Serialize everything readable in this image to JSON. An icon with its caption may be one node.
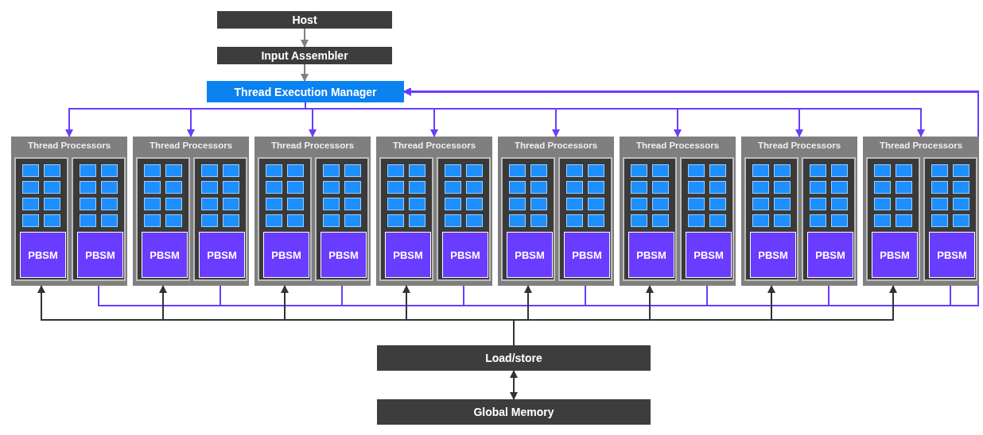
{
  "diagram": {
    "nodes": [
      {
        "text": [
          "Host"
        ]
      },
      {
        "text": [
          "Input Assembler"
        ]
      },
      {
        "text": [
          "Thread Execution Manager"
        ]
      },
      {
        "text": [
          "Thread Processors"
        ]
      },
      {
        "text": [],
        "shape": "box",
        "in": 3
      },
      {
        "text": [
          "PBSM"
        ],
        "in": 4
      },
      {
        "text": [],
        "shape": "box",
        "in": 3
      },
      {
        "text": [
          "PBSM"
        ],
        "in": 6
      },
      {
        "text": [
          "Thread Processors"
        ]
      },
      {
        "text": [],
        "shape": "box",
        "in": 8
      },
      {
        "text": [
          "PBSM"
        ],
        "in": 9
      },
      {
        "text": [],
        "shape": "box",
        "in": 8
      },
      {
        "text": [
          "PBSM"
        ],
        "in": 11
      },
      {
        "text": [
          "Thread Processors"
        ]
      },
      {
        "text": [],
        "shape": "box",
        "in": 13
      },
      {
        "text": [
          "PBSM"
        ],
        "in": 14
      },
      {
        "text": [],
        "shape": "box",
        "in": 13
      },
      {
        "text": [
          "PBSM"
        ],
        "in": 16
      },
      {
        "text": [
          "Thread Processors"
        ]
      },
      {
        "text": [],
        "shape": "box",
        "in": 18
      },
      {
        "text": [
          "PBSM"
        ],
        "in": 19
      },
      {
        "text": [],
        "shape": "box",
        "in": 18
      },
      {
        "text": [
          "PBSM"
        ],
        "in": 21
      },
      {
        "text": [
          "Thread Processors"
        ]
      },
      {
        "text": [],
        "shape": "box",
        "in": 23
      },
      {
        "text": [
          "PBSM"
        ],
        "in": 24
      },
      {
        "text": [],
        "shape": "box",
        "in": 23
      },
      {
        "text": [
          "PBSM"
        ],
        "in": 26
      },
      {
        "text": [
          "Thread Processors"
        ]
      },
      {
        "text": [],
        "shape": "box",
        "in": 28
      },
      {
        "text": [
          "PBSM"
        ],
        "in": 29
      },
      {
        "text": [],
        "shape": "box",
        "in": 28
      },
      {
        "text": [
          "PBSM"
        ],
        "in": 31
      },
      {
        "text": [
          "Thread Processors"
        ]
      },
      {
        "text": [],
        "shape": "box",
        "in": 33
      },
      {
        "text": [
          "PBSM"
        ],
        "in": 34
      },
      {
        "text": [],
        "shape": "box",
        "in": 33
      },
      {
        "text": [
          "PBSM"
        ],
        "in": 36
      },
      {
        "text": [
          "Thread Processors"
        ]
      },
      {
        "text": [],
        "shape": "box",
        "in": 38
      },
      {
        "text": [
          "PBSM"
        ],
        "in": 39
      },
      {
        "text": [],
        "shape": "box",
        "in": 38
      },
      {
        "text": [
          "PBSM"
        ],
        "in": 41
      },
      {
        "text": [
          "Load/store"
        ]
      },
      {
        "text": [
          "Global Memory"
        ]
      }
    ],
    "edges": [
      {
        "from": 0,
        "to": 1,
        "arrow": "to",
        "color": "#808080"
      },
      {
        "from": 1,
        "to": 2,
        "arrow": "to",
        "color": "#808080"
      },
      {
        "from": 2,
        "to": 3,
        "arrow": "to"
      },
      {
        "from": 2,
        "to": 8,
        "arrow": "to"
      },
      {
        "from": 2,
        "to": 13,
        "arrow": "to"
      },
      {
        "from": 2,
        "to": 18,
        "arrow": "to"
      },
      {
        "from": 2,
        "to": 23,
        "arrow": "to"
      },
      {
        "from": 2,
        "to": 28,
        "arrow": "to"
      },
      {
        "from": 2,
        "to": 33,
        "arrow": "to"
      },
      {
        "from": 2,
        "to": 38,
        "arrow": "to"
      },
      {
        "from": 6,
        "to": 2,
        "arrow": "to"
      },
      {
        "from": 11,
        "to": 2,
        "arrow": "to"
      },
      {
        "from": 16,
        "to": 2,
        "arrow": "to"
      },
      {
        "from": 21,
        "to": 2,
        "arrow": "to"
      },
      {
        "from": 26,
        "to": 2,
        "arrow": "to"
      },
      {
        "from": 31,
        "to": 2,
        "arrow": "to"
      },
      {
        "from": 36,
        "to": 2,
        "arrow": "to"
      },
      {
        "from": 41,
        "to": 2,
        "arrow": "to"
      },
      {
        "from": 43,
        "to": 4,
        "arrow": "to",
        "color": "#333333"
      },
      {
        "from": 43,
        "to": 9,
        "arrow": "to",
        "color": "#333333"
      },
      {
        "from": 43,
        "to": 14,
        "arrow": "to",
        "color": "#333333"
      },
      {
        "from": 43,
        "to": 19,
        "arrow": "to",
        "color": "#333333"
      },
      {
        "from": 43,
        "to": 24,
        "arrow": "to",
        "color": "#333333"
      },
      {
        "from": 43,
        "to": 29,
        "arrow": "to",
        "color": "#333333"
      },
      {
        "from": 43,
        "to": 34,
        "arrow": "to",
        "color": "#333333"
      },
      {
        "from": 43,
        "to": 39,
        "arrow": "to",
        "color": "#333333"
      },
      {
        "from": 43,
        "to": 44,
        "arrow": "both",
        "color": "#333333"
      }
    ]
  }
}
